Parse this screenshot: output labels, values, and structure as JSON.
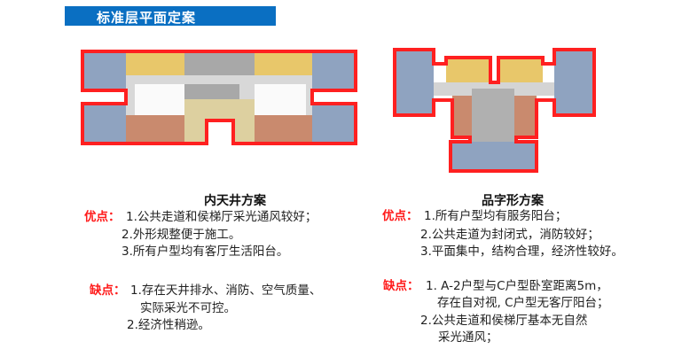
{
  "header": {
    "title": "标准层平面定案",
    "color": "#0a6fc2"
  },
  "colors": {
    "outline": "#ff2020",
    "unit_a": "#8fa3c0",
    "unit_d": "#e8c76a",
    "unit_c_beige": "#ddd0a0",
    "unit_b": "#c98a6e",
    "core": "#a8a8a8",
    "corridor": "#d4d4d4"
  },
  "left": {
    "title": "内天井方案",
    "pros_label": "优点：",
    "pros": [
      "1.公共走道和侯梯厅采光通风较好；",
      "2.外形规整便于施工。",
      "3.所有户型均有客厅生活阳台。"
    ],
    "cons_label": "缺点：",
    "cons": [
      "1.存在天井排水、消防、空气质量、",
      "实际采光不可控。",
      "2.经济性稍逊。"
    ]
  },
  "right": {
    "title": "品字形方案",
    "pros_label": "优点：",
    "pros": [
      "1.所有户型均有服务阳台；",
      "2.公共走道为封闭式，消防较好；",
      "3.平面集中，结构合理，经济性较好。"
    ],
    "cons_label": "缺点：",
    "cons": [
      "1. A-2户型与C户型卧室距离5m，",
      "存在自对视, C户型无客厅阳台；",
      "2.公共走道和侯梯厅基本无自然",
      "采光通风；"
    ]
  }
}
